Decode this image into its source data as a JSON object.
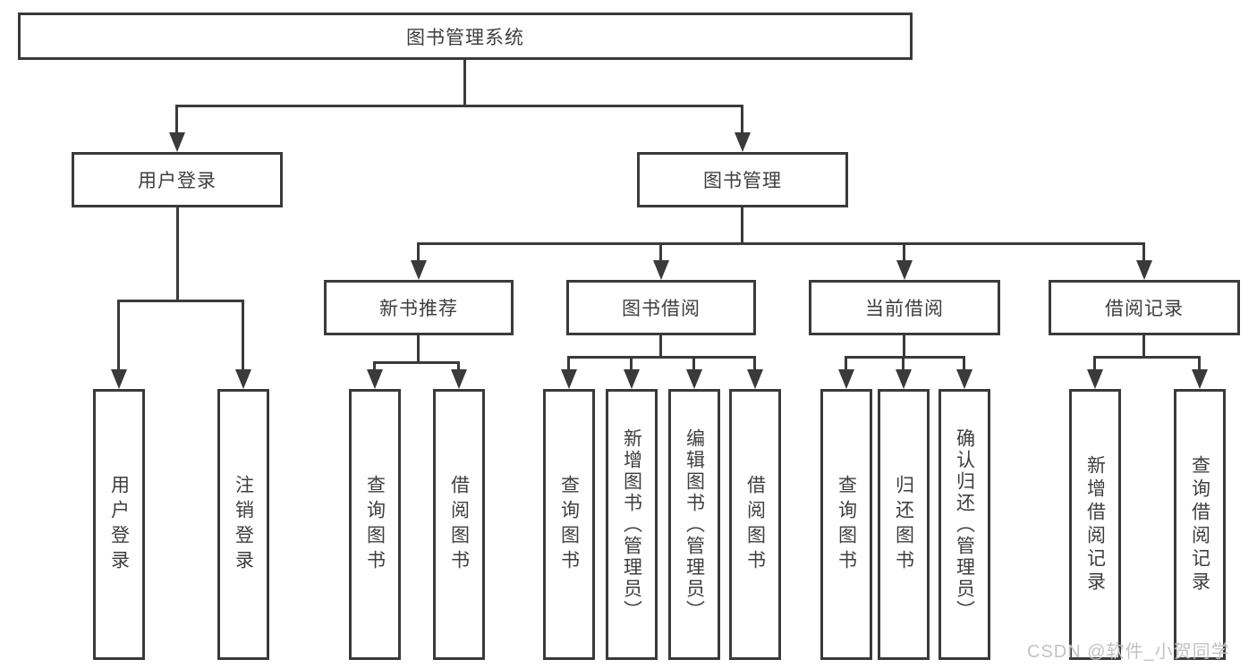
{
  "diagram": {
    "root": {
      "label": "图书管理系统"
    },
    "level2": [
      {
        "label": "用户登录"
      },
      {
        "label": "图书管理"
      }
    ],
    "level3": [
      {
        "label": "新书推荐",
        "parent": "图书管理"
      },
      {
        "label": "图书借阅",
        "parent": "图书管理"
      },
      {
        "label": "当前借阅",
        "parent": "图书管理"
      },
      {
        "label": "借阅记录",
        "parent": "图书管理"
      }
    ],
    "leaves": [
      {
        "label": "用户登录",
        "parent": "用户登录"
      },
      {
        "label": "注销登录",
        "parent": "用户登录"
      },
      {
        "label": "查询图书",
        "parent": "新书推荐"
      },
      {
        "label": "借阅图书",
        "parent": "新书推荐"
      },
      {
        "label": "查询图书",
        "parent": "图书借阅"
      },
      {
        "label": "新增图书（管理员）",
        "parent": "图书借阅"
      },
      {
        "label": "编辑图书（管理员）",
        "parent": "图书借阅"
      },
      {
        "label": "借阅图书",
        "parent": "图书借阅"
      },
      {
        "label": "查询图书",
        "parent": "当前借阅"
      },
      {
        "label": "归还图书",
        "parent": "当前借阅"
      },
      {
        "label": "确认归还（管理员）",
        "parent": "当前借阅"
      },
      {
        "label": "新增借阅记录",
        "parent": "借阅记录"
      },
      {
        "label": "查询借阅记录",
        "parent": "借阅记录"
      }
    ],
    "watermark": "CSDN @软件_小贺同学",
    "colors": {
      "line": "#3a3a3a",
      "text": "#3e3e3e",
      "background": "#ffffff",
      "watermark": "#c2c2c2"
    }
  }
}
